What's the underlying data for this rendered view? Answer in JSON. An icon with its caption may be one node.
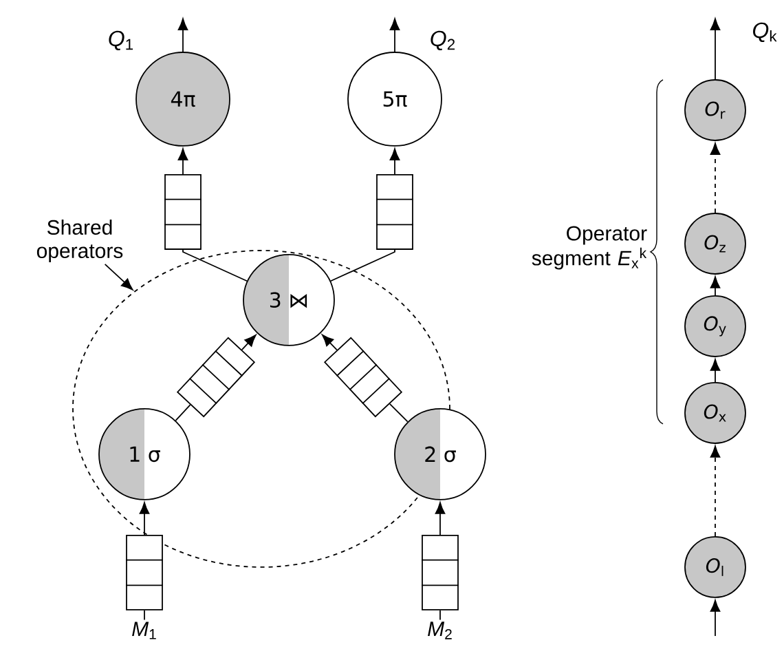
{
  "diagram": {
    "nodes": [
      {
        "text": [
          "4π"
        ]
      },
      {
        "text": [
          "5π"
        ]
      },
      {
        "text": [],
        "shape": "box"
      },
      {
        "text": [],
        "shape": "box"
      },
      {
        "text": [
          "Shared operators"
        ]
      },
      {
        "text": [],
        "shape": "ellipse"
      },
      {
        "text": [
          "3 ⋈"
        ],
        "in": 5
      },
      {
        "text": [],
        "shape": "box",
        "in": 5
      },
      {
        "text": [],
        "shape": "box",
        "in": 5
      },
      {
        "text": [
          "1 σ"
        ],
        "in": 5
      },
      {
        "text": [
          "2 σ"
        ]
      },
      {
        "text": [],
        "shape": "box"
      },
      {
        "text": [],
        "shape": "box"
      },
      {
        "text": [
          "*M*$_{1}$"
        ]
      },
      {
        "text": [
          "*M*$_{2}$"
        ]
      },
      {
        "text": [
          "*O*$_{r}$"
        ]
      },
      {
        "text": [
          "*O*$_{z}$"
        ]
      },
      {
        "text": [
          "*O*$_{y}$"
        ]
      },
      {
        "text": [
          "*O*$_{x}$"
        ]
      },
      {
        "text": [
          "*O*$_{l}$"
        ]
      }
    ],
    "edges": [
      {
        "from": 0,
        "to": null,
        "arrow": "to"
      },
      {
        "from": 1,
        "to": null,
        "arrow": "to"
      },
      {
        "from": 2,
        "to": 0,
        "arrow": "to"
      },
      {
        "from": 3,
        "to": 1,
        "arrow": "to"
      },
      {
        "from": 4,
        "to": 5,
        "arrow": "to"
      },
      {
        "from": 6,
        "to": 2,
        "arrow": "none"
      },
      {
        "from": 6,
        "to": 3,
        "arrow": "none"
      },
      {
        "from": 9,
        "to": 7,
        "arrow": "none"
      },
      {
        "from": 7,
        "to": 6,
        "arrow": "to"
      },
      {
        "from": 10,
        "to": 8,
        "arrow": "none"
      },
      {
        "from": 8,
        "to": 6,
        "arrow": "to"
      },
      {
        "from": 11,
        "to": 9,
        "arrow": "to"
      },
      {
        "from": 12,
        "to": 10,
        "arrow": "to"
      },
      {
        "from": 13,
        "to": 11,
        "arrow": "none"
      },
      {
        "from": 14,
        "to": 12,
        "arrow": "none"
      },
      {
        "from": 15,
        "to": null,
        "arrow": "to"
      },
      {
        "from": 16,
        "to": 15,
        "arrow": "to",
        "style": "dashed"
      },
      {
        "from": 17,
        "to": 16,
        "arrow": "to"
      },
      {
        "from": 18,
        "to": 17,
        "arrow": "to"
      },
      {
        "from": 19,
        "to": 18,
        "arrow": "to",
        "style": "dashed"
      },
      {
        "from": null,
        "to": 19,
        "arrow": "to"
      }
    ],
    "labels": [
      "*Q*$_{1}$",
      "*Q*$_{2}$",
      "*Q*$_{k}$",
      "Operator segment *E*$_{x}$$^{k}$"
    ]
  }
}
